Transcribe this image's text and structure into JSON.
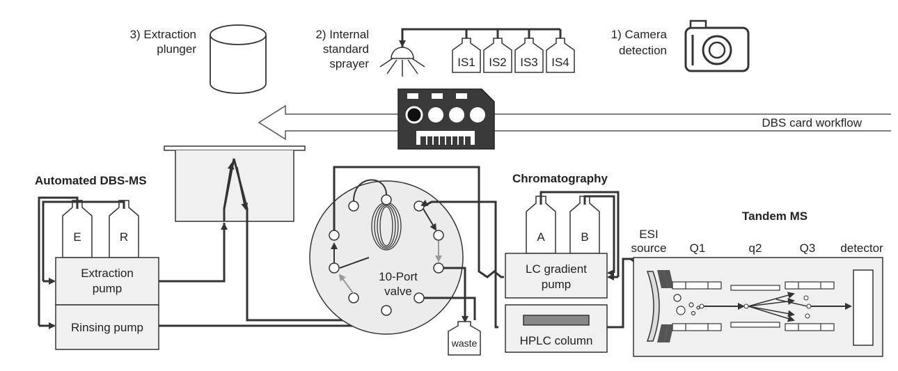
{
  "workflow": {
    "camera": "1) Camera detection",
    "camera_lines": [
      "1) Camera",
      "detection"
    ],
    "sprayer_lines": [
      "2) Internal",
      "standard",
      "sprayer"
    ],
    "plunger_lines": [
      "3) Extraction",
      "plunger"
    ],
    "is_vials": [
      "IS1",
      "IS2",
      "IS3",
      "IS4"
    ],
    "card_workflow": "DBS card workflow"
  },
  "dbs_ms": {
    "title": "Automated DBS-MS",
    "bottle_e": "E",
    "bottle_r": "R",
    "extraction_pump_lines": [
      "Extraction",
      "pump"
    ],
    "rinsing_pump": "Rinsing pump"
  },
  "valve": {
    "label_lines": [
      "10-Port",
      "valve"
    ],
    "waste": "waste"
  },
  "chromatography": {
    "title": "Chromatography",
    "bottle_a": "A",
    "bottle_b": "B",
    "gradient_pump_lines": [
      "LC gradient",
      "pump"
    ],
    "column": "HPLC column"
  },
  "ms": {
    "title": "Tandem MS",
    "esi_lines": [
      "ESI",
      "source"
    ],
    "q1": "Q1",
    "q2": "q2",
    "q3": "Q3",
    "detector": "detector"
  },
  "colors": {
    "line": "#333333",
    "box_fill": "#f0f0f0",
    "gray_arrow": "#999999"
  }
}
